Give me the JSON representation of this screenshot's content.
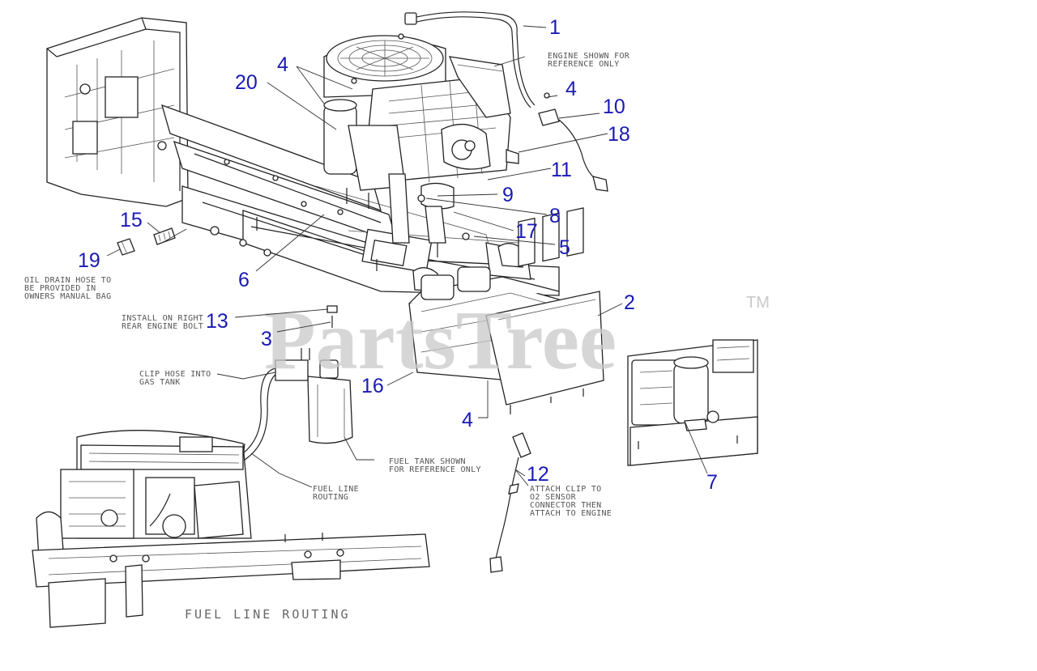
{
  "watermark": {
    "brand": "PartsTree",
    "trademark": "TM"
  },
  "callouts": [
    {
      "id": "1",
      "label": "1"
    },
    {
      "id": "4a",
      "label": "4"
    },
    {
      "id": "20",
      "label": "20"
    },
    {
      "id": "4b",
      "label": "4"
    },
    {
      "id": "10",
      "label": "10"
    },
    {
      "id": "18",
      "label": "18"
    },
    {
      "id": "11",
      "label": "11"
    },
    {
      "id": "9",
      "label": "9"
    },
    {
      "id": "8",
      "label": "8"
    },
    {
      "id": "17",
      "label": "17"
    },
    {
      "id": "15",
      "label": "15"
    },
    {
      "id": "5",
      "label": "5"
    },
    {
      "id": "19",
      "label": "19"
    },
    {
      "id": "6",
      "label": "6"
    },
    {
      "id": "2",
      "label": "2"
    },
    {
      "id": "13",
      "label": "13"
    },
    {
      "id": "3",
      "label": "3"
    },
    {
      "id": "16",
      "label": "16"
    },
    {
      "id": "4c",
      "label": "4"
    },
    {
      "id": "7",
      "label": "7"
    },
    {
      "id": "12",
      "label": "12"
    }
  ],
  "notes": {
    "engine_reference": [
      "ENGINE SHOWN FOR",
      "REFERENCE ONLY"
    ],
    "oil_drain": [
      "OIL DRAIN HOSE TO",
      "BE PROVIDED IN",
      "OWNERS MANUAL BAG"
    ],
    "install_bolt": [
      "INSTALL ON RIGHT",
      "REAR ENGINE BOLT"
    ],
    "clip_hose": [
      "CLIP HOSE INTO",
      "GAS TANK"
    ],
    "fuel_tank": [
      "FUEL TANK SHOWN",
      "FOR REFERENCE ONLY"
    ],
    "fuel_line": [
      "FUEL LINE",
      "ROUTING"
    ],
    "attach_clip": [
      "ATTACH CLIP TO",
      "O2 SENSOR",
      "CONNECTOR THEN",
      "ATTACH TO ENGINE"
    ]
  },
  "caption": "FUEL LINE ROUTING"
}
